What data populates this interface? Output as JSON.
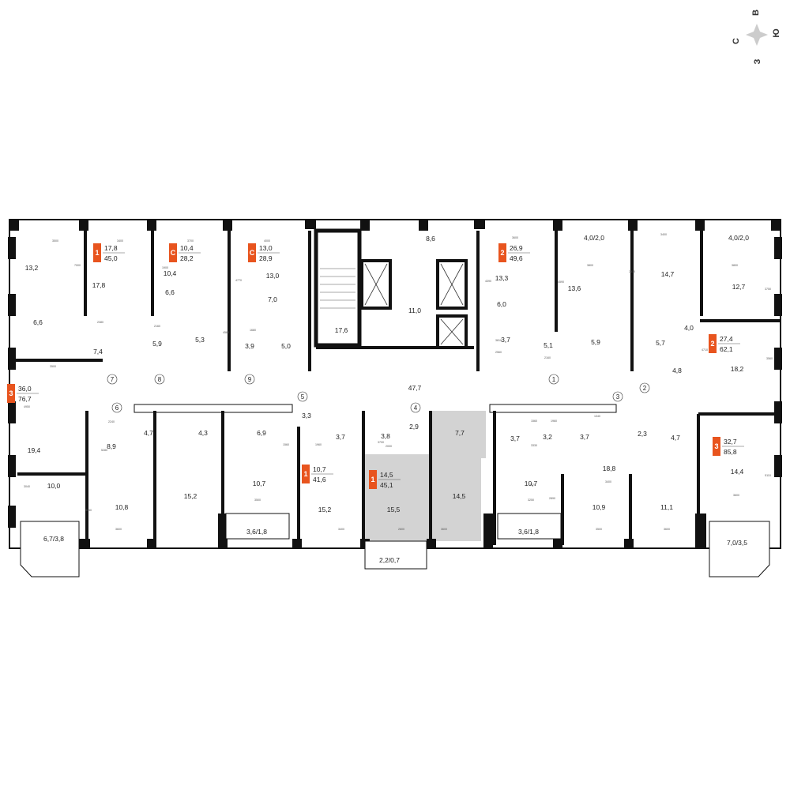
{
  "compass": {
    "north": "С",
    "east": "В",
    "south": "Ю",
    "west": "З"
  },
  "colors": {
    "accent": "#e8541e",
    "wall": "#111111",
    "selected": "#d3d3d3",
    "text": "#222222"
  },
  "apartments": [
    {
      "type": "1",
      "living": "17,8",
      "total": "45,0"
    },
    {
      "type": "С",
      "living": "10,4",
      "total": "28,2"
    },
    {
      "type": "С",
      "living": "13,0",
      "total": "28,9"
    },
    {
      "type": "2",
      "living": "26,9",
      "total": "49,6"
    },
    {
      "type": "2",
      "living": "27,4",
      "total": "62,1"
    },
    {
      "type": "3",
      "living": "36,0",
      "total": "76,7"
    },
    {
      "type": "1",
      "living": "10,7",
      "total": "41,6"
    },
    {
      "type": "1",
      "living": "14,5",
      "total": "45,1"
    },
    {
      "type": "3",
      "living": "32,7",
      "total": "85,8"
    }
  ],
  "rooms": [
    "13,2",
    "17,8",
    "10,4",
    "13,0",
    "6,6",
    "6,6",
    "7,0",
    "7,4",
    "5,9",
    "5,3",
    "3,9",
    "5,0",
    "8,6",
    "11,0",
    "17,6",
    "13,3",
    "6,0",
    "13,6",
    "3,7",
    "5,1",
    "5,9",
    "4,0/2,0",
    "14,7",
    "12,7",
    "4,0/2,0",
    "5,7",
    "4,0",
    "18,2",
    "4,8",
    "47,7",
    "19,4",
    "8,9",
    "4,7",
    "4,3",
    "6,9",
    "3,3",
    "3,7",
    "3,8",
    "2,9",
    "7,7",
    "3,7",
    "3,2",
    "3,7",
    "2,3",
    "4,7",
    "18,8",
    "14,4",
    "10,0",
    "10,8",
    "15,2",
    "10,7",
    "15,2",
    "15,5",
    "14,5",
    "10,7",
    "10,9",
    "11,1",
    "6,7/3,8",
    "3,6/1,8",
    "2,2/0,7",
    "3,6/1,8",
    "7,0/3,5"
  ],
  "stairs": [
    "7",
    "8",
    "9",
    "1",
    "2",
    "3",
    "4",
    "5",
    "6"
  ],
  "dims": [
    "3500",
    "3400",
    "3700",
    "4000",
    "3600",
    "3800",
    "3400",
    "3800",
    "2380",
    "2160",
    "1680",
    "2560",
    "2160",
    "3500",
    "2240",
    "1560",
    "1960",
    "2000",
    "1560",
    "1960",
    "1340",
    "3600",
    "3500",
    "3400",
    "2600",
    "3600",
    "3250",
    "3500",
    "3600",
    "3600",
    "3400",
    "3700",
    "7000",
    "1900",
    "4770",
    "4580",
    "4390",
    "3810",
    "2510",
    "4590",
    "3750",
    "4710",
    "3560",
    "4950",
    "5280",
    "3350",
    "5110",
    "3040",
    "2870",
    "3330",
    "2890"
  ]
}
